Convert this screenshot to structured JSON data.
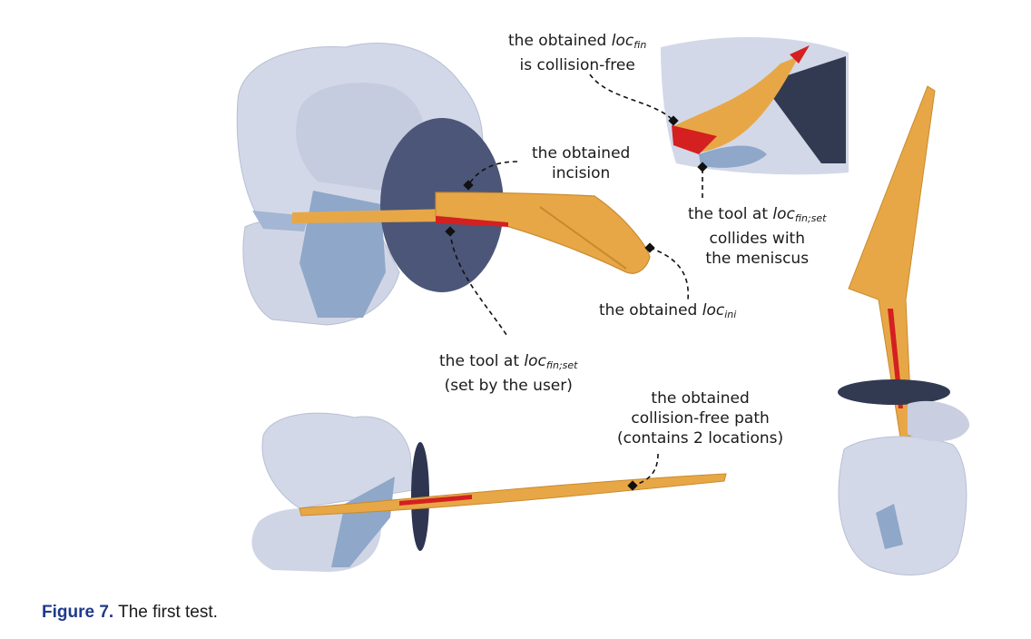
{
  "annotations": {
    "loc_fin_free": {
      "line1_pre": "the obtained ",
      "line1_var": "loc",
      "line1_sub": "fin",
      "line2": "is collision-free"
    },
    "incision": {
      "line1": "the obtained",
      "line2": "incision"
    },
    "collides": {
      "line1_pre": "the tool at ",
      "line1_var": "loc",
      "line1_sub": "fin;set",
      "line2": "collides with",
      "line3": "the meniscus"
    },
    "loc_ini": {
      "pre": "the obtained ",
      "var": "loc",
      "sub": "ini"
    },
    "tool_set": {
      "line1_pre": "the tool at ",
      "line1_var": "loc",
      "line1_sub": "fin;set",
      "line2": "(set by the user)"
    },
    "path": {
      "line1": "the obtained",
      "line2": "collision-free path",
      "line3": "(contains 2 locations)"
    }
  },
  "caption": {
    "label": "Figure 7.",
    "text": " The first test."
  },
  "colors": {
    "bone": "#cfd5e6",
    "bone_shade": "#a9b1c9",
    "cartilage": "#8fa7c8",
    "disk": "#4b5678",
    "tool": "#e8a746",
    "tool_dark": "#c98a2c",
    "collision": "#d42020",
    "caption_label": "#1f3a8a"
  },
  "icons": [
    "knee-model-main",
    "knee-model-zoom",
    "knee-model-side",
    "knee-model-vertical"
  ]
}
